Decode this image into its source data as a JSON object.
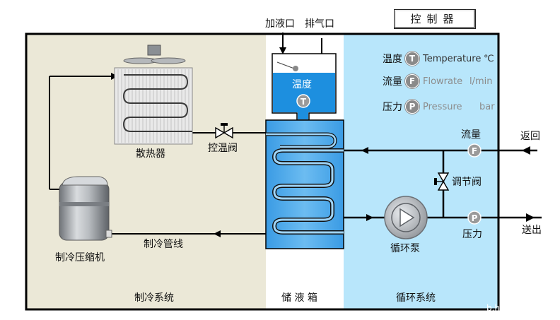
{
  "top": {
    "inlet_label": "加液口",
    "vent_label": "排气口",
    "controller_button": "控制器"
  },
  "sections": {
    "refrigeration": "制冷系统",
    "tank": "储 液 箱",
    "circulation": "循环系统"
  },
  "components": {
    "radiator": "散热器",
    "temp_valve": "控温阀",
    "compressor": "制冷压缩机",
    "refrig_pipe": "制冷管线",
    "tank_temp": "温度",
    "pump": "循环泵",
    "flow": "流量",
    "regulating_valve": "调节阀",
    "pressure": "压力",
    "return": "返回",
    "outlet": "送出"
  },
  "legend": [
    {
      "cn": "温度",
      "symbol": "T",
      "en": "Temperature",
      "unit": "℃"
    },
    {
      "cn": "流量",
      "symbol": "F",
      "en": "Flowrate",
      "unit": "l/min"
    },
    {
      "cn": "压力",
      "symbol": "P",
      "en": "Pressure",
      "unit": "bar"
    }
  ],
  "sensor_symbols": {
    "temp": "T",
    "flow": "F",
    "pressure": "P"
  },
  "watermark": "b.h",
  "colors": {
    "refrigeration_bg": "#ebe8d7",
    "tank_bg": "#ffffff",
    "circulation_bg": "#b8e6fb",
    "liquid": "#1d8fdf",
    "frame": "#000000"
  }
}
